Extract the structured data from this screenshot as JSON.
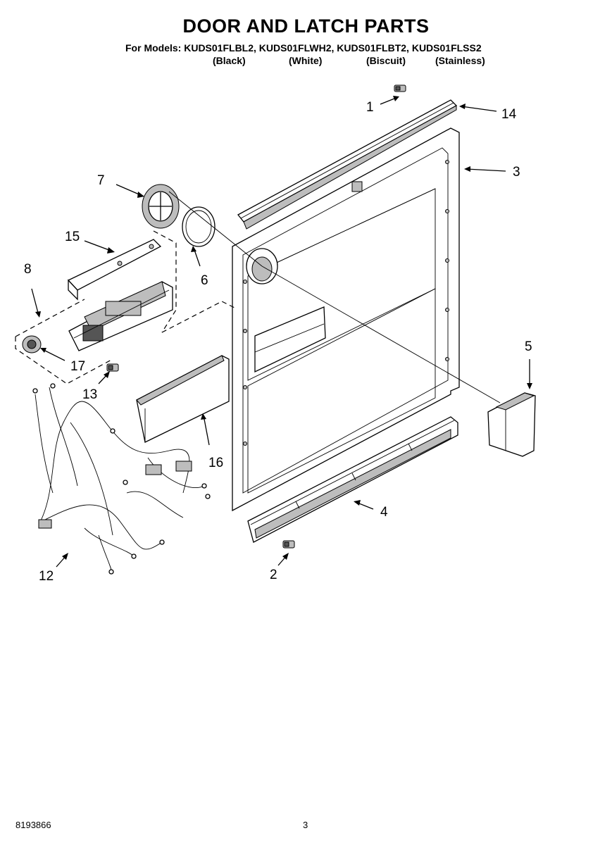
{
  "page": {
    "title": "DOOR AND LATCH PARTS",
    "models_line": "For Models: KUDS01FLBL2, KUDS01FLWH2, KUDS01FLBT2, KUDS01FLSS2",
    "variants": [
      "(Black)",
      "(White)",
      "(Biscuit)",
      "(Stainless)"
    ],
    "doc_number": "8193866",
    "page_number": "3"
  },
  "callouts": [
    "1",
    "14",
    "3",
    "7",
    "15",
    "6",
    "8",
    "5",
    "17",
    "13",
    "16",
    "4",
    "12",
    "2"
  ]
}
